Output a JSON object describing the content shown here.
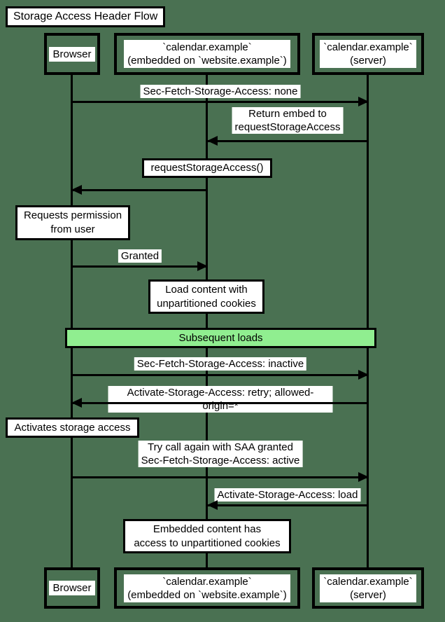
{
  "colors": {
    "background": "#4a7152",
    "line": "#000000",
    "label_bg": "#ffffff",
    "note_fill": "#ffffff",
    "divider_fill": "#90ee90",
    "text": "#000000"
  },
  "title": "Storage Access Header Flow",
  "diagram_type": "sequence",
  "participants": [
    {
      "name": "browser",
      "label": "Browser"
    },
    {
      "name": "calendar-embedded",
      "label": "`calendar.example`\n(embedded on `website.example`)"
    },
    {
      "name": "calendar-server",
      "label": "`calendar.example`\n(server)"
    }
  ],
  "messages": [
    {
      "label": "Sec-Fetch-Storage-Access: none",
      "from": "browser",
      "to": "calendar-server"
    },
    {
      "label": "Return embed to\nrequestStorageAccess",
      "from": "calendar-server",
      "to": "calendar-embedded"
    },
    {
      "label": "",
      "from": "calendar-embedded",
      "to": "browser"
    },
    {
      "label": "Granted",
      "from": "browser",
      "to": "calendar-embedded"
    },
    {
      "label": "Sec-Fetch-Storage-Access: inactive",
      "from": "browser",
      "to": "calendar-server"
    },
    {
      "label": "Activate-Storage-Access: retry; allowed-origin=*",
      "from": "calendar-server",
      "to": "browser"
    },
    {
      "label": "Try call again with SAA granted\nSec-Fetch-Storage-Access: active",
      "from": "browser",
      "to": "calendar-server"
    },
    {
      "label": "Activate-Storage-Access: load",
      "from": "calendar-server",
      "to": "calendar-embedded"
    }
  ],
  "notes": [
    {
      "label": "requestStorageAccess()",
      "over": "calendar-embedded"
    },
    {
      "label": "Requests permission\nfrom user",
      "over": "browser"
    },
    {
      "label": "Load content with\nunpartitioned cookies",
      "over": "calendar-embedded"
    },
    {
      "label": "Activates storage access",
      "over": "browser"
    },
    {
      "label": "Embedded content has\naccess to unpartitioned cookies",
      "over": "calendar-embedded"
    }
  ],
  "divider": {
    "label": "Subsequent loads"
  }
}
